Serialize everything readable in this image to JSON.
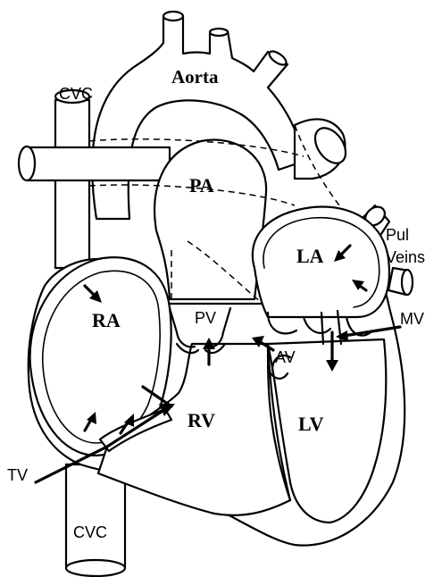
{
  "labels": {
    "aorta": "Aorta",
    "cvc_top": "CVC",
    "cvc_bottom": "CVC",
    "pa": "PA",
    "la": "LA",
    "pul_veins_line1": "Pul",
    "pul_veins_line2": "Veins",
    "ra": "RA",
    "pv": "PV",
    "mv": "MV",
    "av": "AV",
    "rv": "RV",
    "lv": "LV",
    "tv": "TV"
  }
}
